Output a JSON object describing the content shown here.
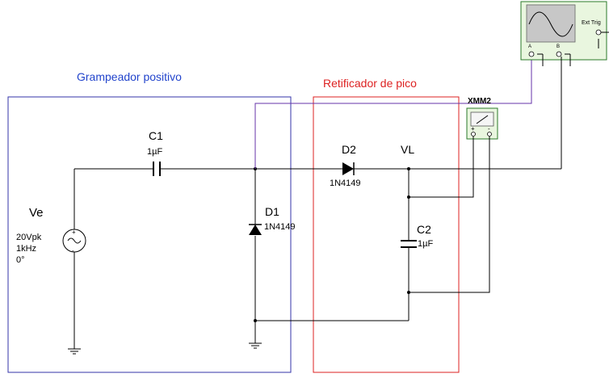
{
  "colors": {
    "clamper_box": "#3333aa",
    "clamper_title": "#2244cc",
    "rectifier_box": "#dd2222",
    "rectifier_title": "#dd2222",
    "wire": "#000000",
    "wire_probe_a": "#6633aa",
    "instrument_body": "#e9f6df",
    "instrument_border": "#2a7a2a",
    "instrument_screen": "#c7c7c7"
  },
  "sections": {
    "clamper_title": "Grampeador positivo",
    "rectifier_title": "Retificador de pico"
  },
  "source": {
    "name": "Ve",
    "amplitude": "20Vpk",
    "frequency": "1kHz",
    "phase": "0°"
  },
  "c1": {
    "name": "C1",
    "value": "1µF"
  },
  "d1": {
    "name": "D1",
    "value": "1N4149"
  },
  "d2": {
    "name": "D2",
    "value": "1N4149"
  },
  "c2": {
    "name": "C2",
    "value": "1µF"
  },
  "node": {
    "name": "VL"
  },
  "multimeter": {
    "name": "XMM2",
    "plus": "+",
    "minus": "-"
  },
  "oscilloscope": {
    "trigger_label": "Ext Trig",
    "channel_a": "A",
    "channel_b": "B"
  }
}
